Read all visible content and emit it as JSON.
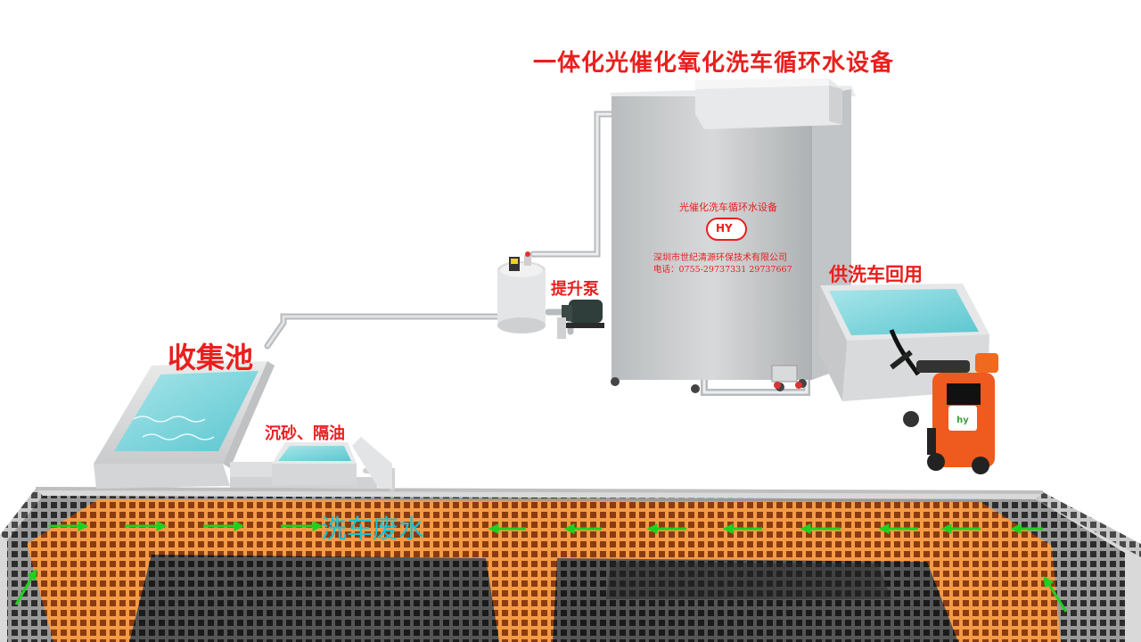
{
  "title": "一体化光催化氧化洗车循环水设备",
  "labels": {
    "collection_pool": "收集池",
    "sand_oil": "沉砂、隔油",
    "lift_pump": "提升泵",
    "reuse": "供洗车回用",
    "wastewater": "洗车废水"
  },
  "device_plate": {
    "name": "光催化洗车循环水设备",
    "logo_text": "HY",
    "company": "深圳市世纪清源环保技术有限公司",
    "phone": "电话：0755-29737331  29737667"
  },
  "colors": {
    "label_red": "#e8201e",
    "label_cyan": "#19c4d2",
    "arrow_green": "#1fd11f",
    "grating_orange": "#f07a28",
    "grating_gray": "#7a7a7a",
    "water": "#7fd6de",
    "machine_orange": "#ef5a1e"
  },
  "flow_arrows": {
    "left_group": "right",
    "right_group": "left",
    "corners": "up"
  }
}
